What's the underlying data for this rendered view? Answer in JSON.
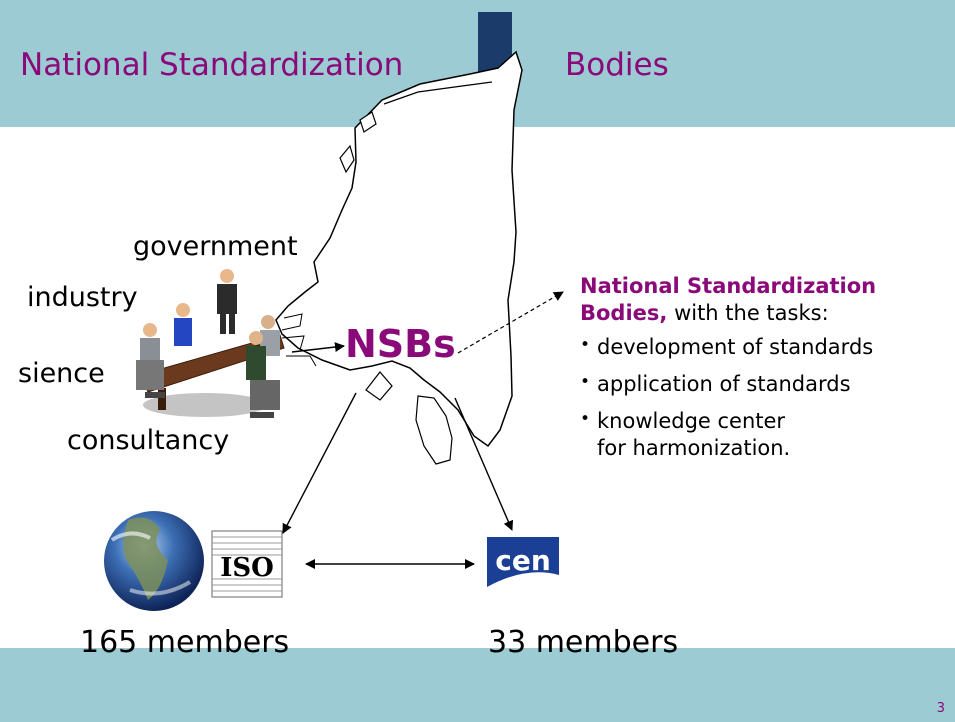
{
  "title": {
    "part1": "National Standardization",
    "part2": "Bodies"
  },
  "stakeholders": {
    "government": "government",
    "industry": "industry",
    "science": "sience",
    "consultancy": "consultancy"
  },
  "nsbs_label": "NSBs",
  "description": {
    "heading": "National Standardization Bodies,",
    "suffix": " with the tasks:",
    "tasks": [
      "development of standards",
      "application of standards",
      "knowledge center for harmonization."
    ]
  },
  "iso": {
    "logo_text": "ISO",
    "members": "165 members"
  },
  "cen": {
    "logo_text": "cen",
    "members": "33 members"
  },
  "page_number": "3",
  "colors": {
    "band": "#9ccbd3",
    "accent": "#8a0a7a",
    "crest": "#1b3b6a",
    "table": "#6b3a1e"
  },
  "icons": [
    "crest-icon",
    "meeting-icon",
    "netherlands-map-icon",
    "globe-icon",
    "iso-logo",
    "cen-logo"
  ]
}
